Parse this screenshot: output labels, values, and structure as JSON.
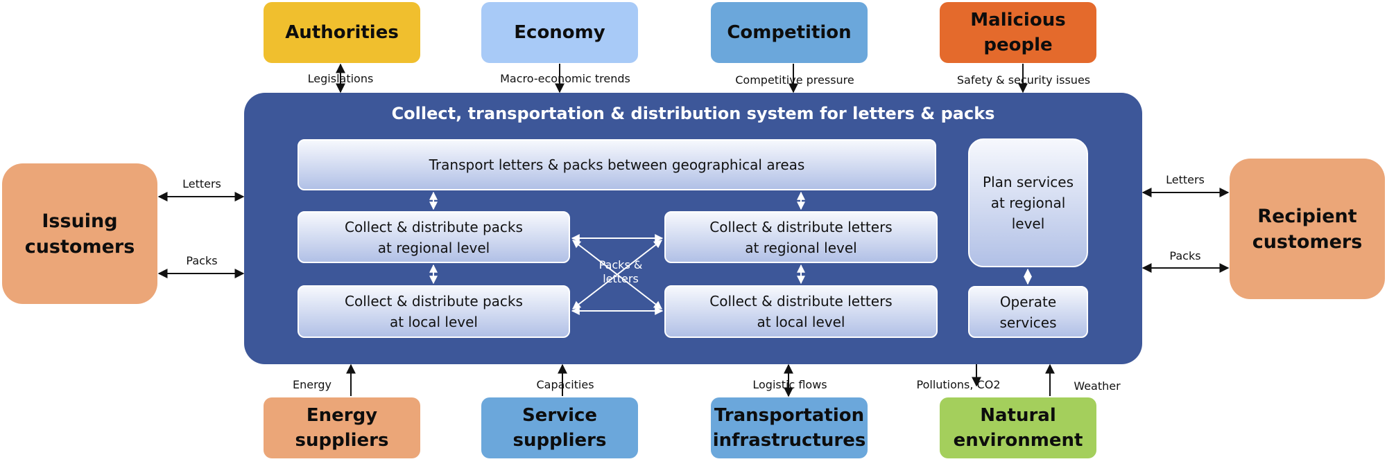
{
  "system": {
    "title": "Collect, transportation & distribution system for letters & packs"
  },
  "top_boxes": [
    {
      "id": "authorities",
      "label": "Authorities",
      "color": "#f0bf2e"
    },
    {
      "id": "economy",
      "label": "Economy",
      "color": "#a8caf7"
    },
    {
      "id": "competition",
      "label": "Competition",
      "color": "#6ba7db"
    },
    {
      "id": "malicious",
      "label": "Malicious\npeople",
      "color": "#e46a2c"
    }
  ],
  "top_labels": [
    "Legislations",
    "Macro-economic trends",
    "Competitive pressure",
    "Safety & security issues"
  ],
  "bottom_boxes": [
    {
      "id": "energy",
      "label": "Energy\nsuppliers",
      "color": "#eba678"
    },
    {
      "id": "service",
      "label": "Service\nsuppliers",
      "color": "#6ba7db"
    },
    {
      "id": "transport",
      "label": "Transportation\ninfrastructures",
      "color": "#6ba7db"
    },
    {
      "id": "natural",
      "label": "Natural\nenvironment",
      "color": "#a4cf5c"
    }
  ],
  "bottom_labels": [
    "Energy",
    "Capacities",
    "Logistic flows",
    "Pollutions, CO2",
    "Weather"
  ],
  "side_boxes": {
    "issuing": {
      "label": "Issuing\ncustomers",
      "color": "#eba678"
    },
    "recipient": {
      "label": "Recipient\ncustomers",
      "color": "#eba678"
    }
  },
  "side_labels": {
    "left_letters": "Letters",
    "left_packs": "Packs",
    "right_letters": "Letters",
    "right_packs": "Packs"
  },
  "inner_boxes": {
    "transport": "Transport letters & packs between geographical areas",
    "packs_regional": "Collect & distribute packs\nat regional level",
    "letters_regional": "Collect & distribute letters\nat regional level",
    "packs_local": "Collect & distribute packs\nat local level",
    "letters_local": "Collect & distribute letters\nat local level",
    "plan": "Plan services\nat regional\nlevel",
    "operate": "Operate\nservices"
  },
  "cross_label": "Packs &\nletters"
}
